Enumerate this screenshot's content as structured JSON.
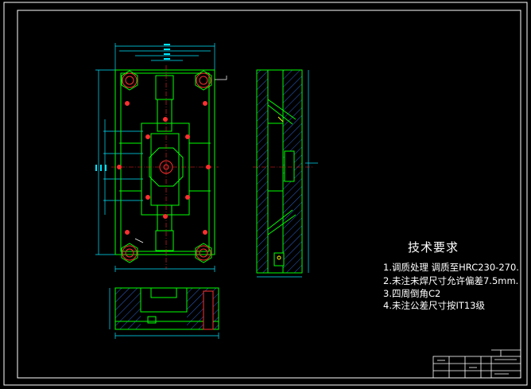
{
  "drawing": {
    "background": "#000000",
    "colors": {
      "frame": "#ffffff",
      "outline": "#00ff00",
      "hatch": "#3a7bff",
      "bolt": "#ff3030",
      "center": "#ff2020",
      "dimension": "#00e5ff",
      "detail": "#ffff00",
      "text": "#ffffff"
    }
  },
  "technical_requirements": {
    "title": "技术要求",
    "items": [
      "1.调质处理    调质至HRC230-270.",
      "2.未注未焊尺寸允许偏差7.5mm.",
      "3.四周倒角C2",
      "4.未注公差尺寸按IT13级"
    ]
  }
}
